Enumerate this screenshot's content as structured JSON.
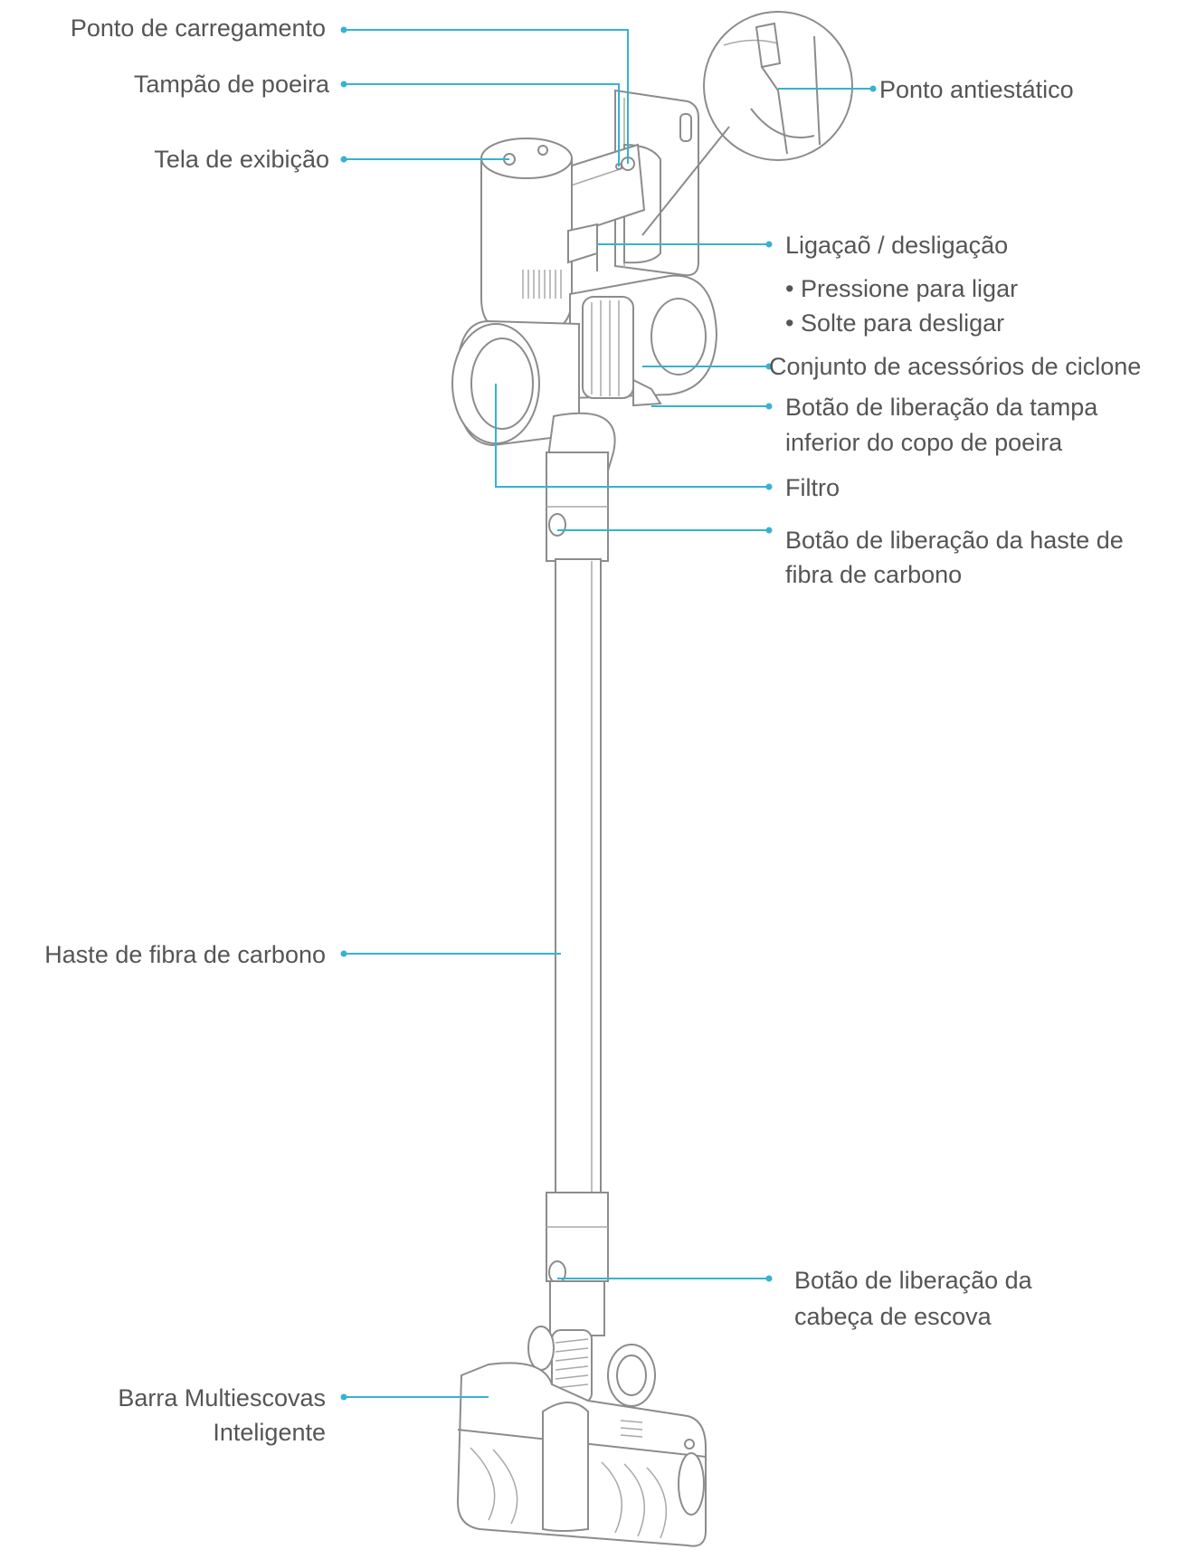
{
  "diagram": {
    "labels": {
      "charging_point": "Ponto de carregamento",
      "dust_cap": "Tampão de poeira",
      "display": "Tela de exibição",
      "antistatic_point": "Ponto antiestático",
      "power_switch": "Ligaçaõ / desligação",
      "power_press": "• Pressione para ligar",
      "power_release": "• Solte para desligar",
      "cyclone_assembly": "Conjunto de acessórios de ciclone",
      "dust_cup_release_1": "Botão de liberação da tampa",
      "dust_cup_release_2": "inferior do copo de poeira",
      "filter": "Filtro",
      "tube_release_1": "Botão de liberação da haste de",
      "tube_release_2": "fibra de carbono",
      "carbon_tube": "Haste de fibra de carbono",
      "brush_release_1": "Botão de liberação da",
      "brush_release_2": "cabeça de escova",
      "brush_bar_1": "Barra Multiescovas",
      "brush_bar_2": "Inteligente"
    },
    "colors": {
      "leader": "#35b3d0",
      "text": "#555555",
      "drawing": "#8c8c8c"
    }
  }
}
